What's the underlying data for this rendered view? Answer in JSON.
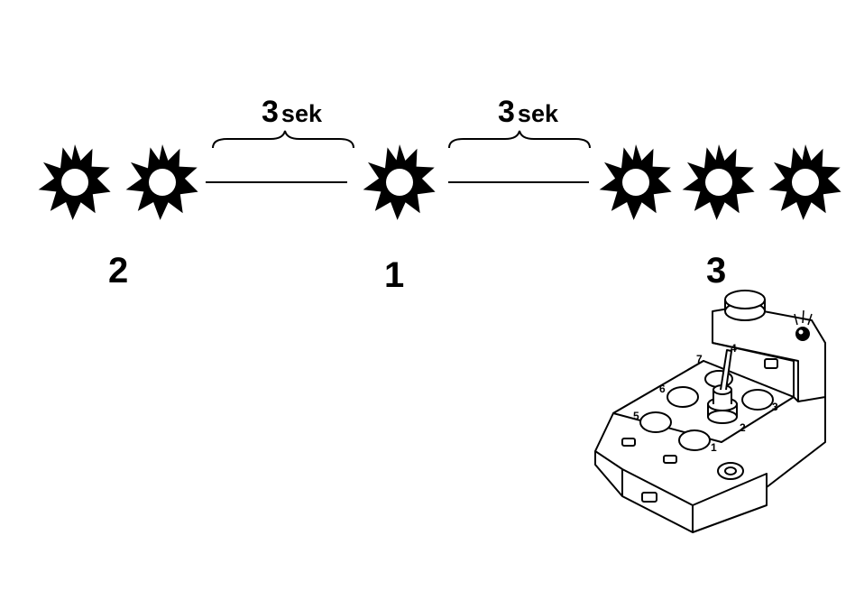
{
  "sequence": {
    "groups": [
      {
        "label": "2",
        "flashes": 2
      },
      {
        "label": "1",
        "flashes": 1
      },
      {
        "label": "3",
        "flashes": 3
      }
    ],
    "pauses": [
      {
        "value": "3",
        "unit": "sek"
      },
      {
        "value": "3",
        "unit": "sek"
      }
    ]
  },
  "module": {
    "terminals": [
      "1",
      "2",
      "3",
      "4",
      "5",
      "6",
      "7"
    ]
  }
}
